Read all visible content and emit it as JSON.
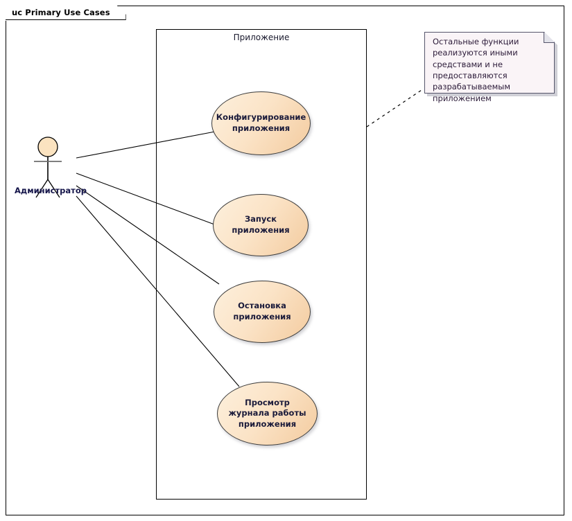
{
  "frame": {
    "title": "uc Primary Use Cases"
  },
  "boundary": {
    "label": "Приложение"
  },
  "actor": {
    "name": "Администратор",
    "icon": "stick-figure-actor-icon",
    "head_fill": "#fbe3c0"
  },
  "use_cases": [
    {
      "id": "configure",
      "label": "Конфигурирование приложения"
    },
    {
      "id": "start",
      "label": "Запуск приложения"
    },
    {
      "id": "stop",
      "label": "Остановка приложения"
    },
    {
      "id": "viewlog",
      "label": "Просмотр журнала работы приложения"
    }
  ],
  "note": {
    "text": "Остальные функции реализуются иными средствами и не предоставляются разрабатываемым приложением"
  },
  "colors": {
    "usecase_fill": "#fbe3c6",
    "usecase_stroke": "#3a3a3a",
    "note_fill": "#faf4f7",
    "note_stroke": "#54546a",
    "line": "#000000",
    "text": "#1a1a3a"
  }
}
